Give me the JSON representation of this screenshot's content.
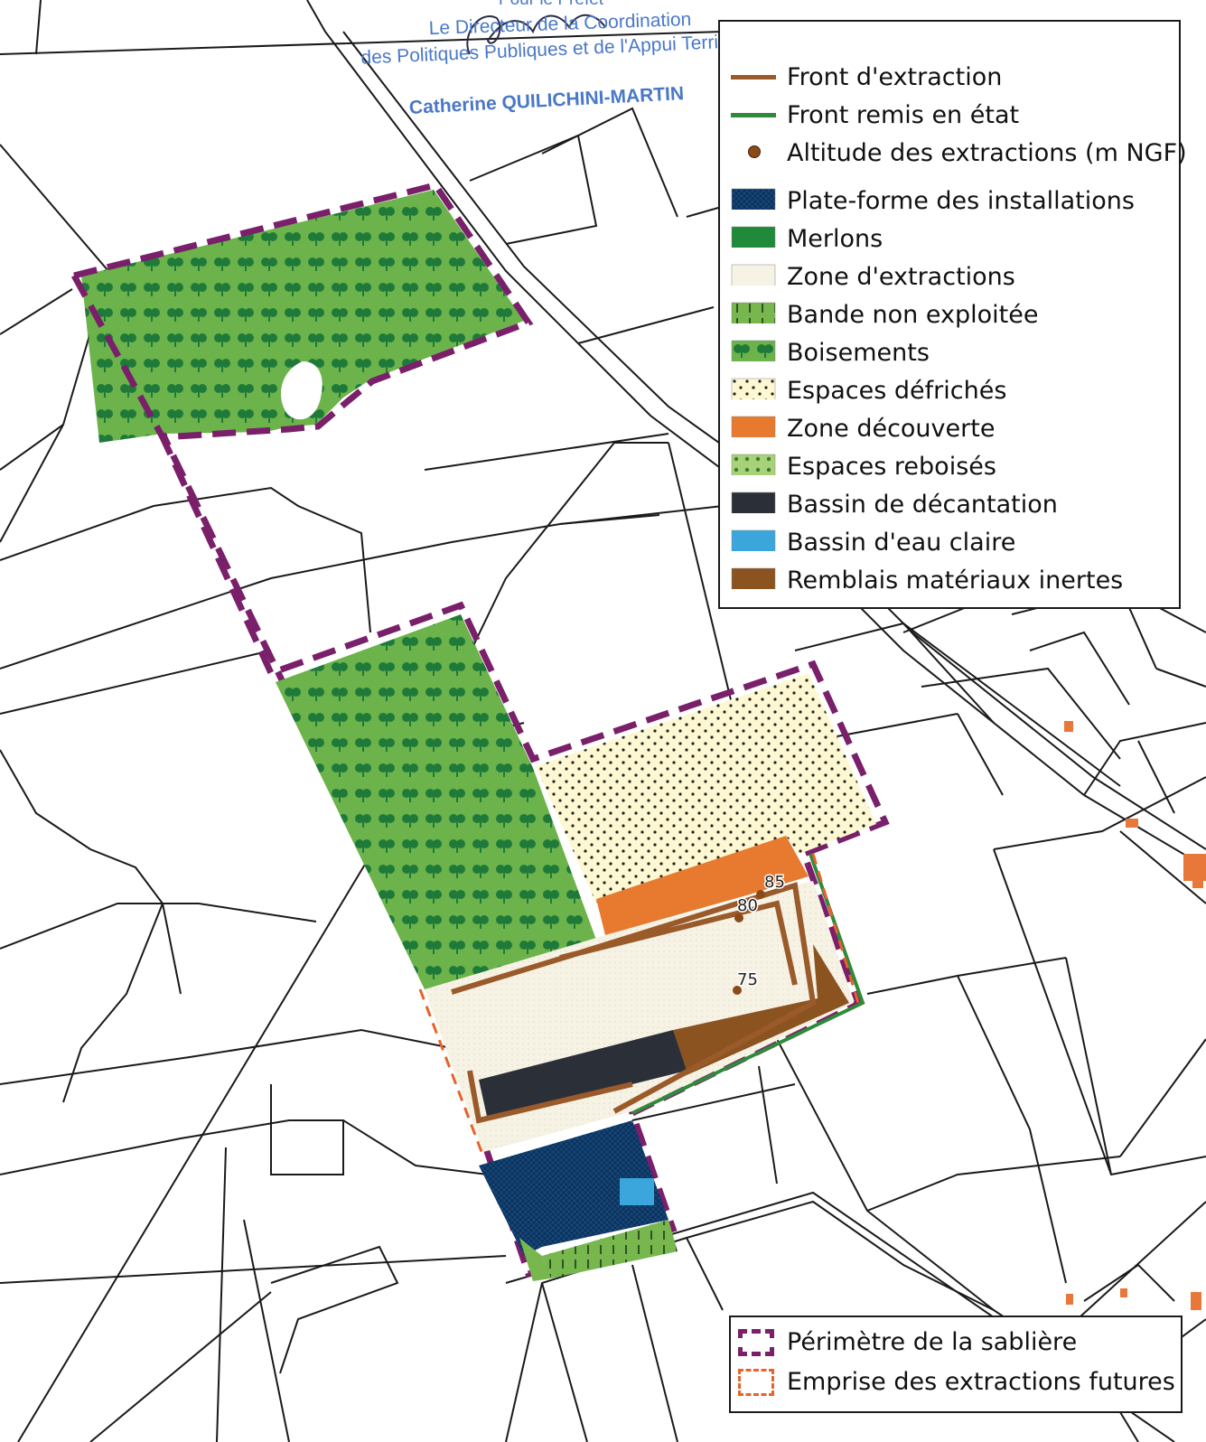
{
  "stamp": {
    "line0": "Pour le Préfet",
    "line1": "Le Directeur de la Coordination",
    "line2": "des Politiques Publiques et de l'Appui Territorial",
    "line3": "Catherine QUILICHINI-MARTIN"
  },
  "legend": {
    "lines": [
      {
        "label": "Front d'extraction",
        "color": "#9a5a2a"
      },
      {
        "label": "Front remis en état",
        "color": "#2f8a3a"
      },
      {
        "label": "Altitude des extractions (m NGF)",
        "color": "#8a4a1a"
      }
    ],
    "areas": [
      {
        "label": "Plate-forme des installations",
        "color": "#14467a",
        "pattern": "cross"
      },
      {
        "label": "Merlons",
        "color": "#1f8a3a",
        "pattern": "solid"
      },
      {
        "label": "Zone d'extractions",
        "color": "#f6f2e4",
        "pattern": "solid"
      },
      {
        "label": "Bande non exploitée",
        "color": "#77b74e",
        "pattern": "vlines"
      },
      {
        "label": "Boisements",
        "color": "#6bb34a",
        "pattern": "trees"
      },
      {
        "label": "Espaces défrichés",
        "color": "#fdf8d2",
        "pattern": "dots"
      },
      {
        "label": "Zone découverte",
        "color": "#e77a2e",
        "pattern": "solid"
      },
      {
        "label": "Espaces reboisés",
        "color": "#a7d27a",
        "pattern": "greendots"
      },
      {
        "label": "Bassin de décantation",
        "color": "#2b2f38",
        "pattern": "solid"
      },
      {
        "label": "Bassin d'eau claire",
        "color": "#3ba6dc",
        "pattern": "solid"
      },
      {
        "label": "Remblais matériaux inertes",
        "color": "#8b5320",
        "pattern": "solid"
      }
    ],
    "perimeter": [
      {
        "label": "Périmètre de la sablière",
        "color": "#7a1f6a"
      },
      {
        "label": "Emprise des extractions futures",
        "color": "#e8622a"
      }
    ]
  },
  "map": {
    "altitudes": [
      "85",
      "80",
      "75"
    ]
  }
}
